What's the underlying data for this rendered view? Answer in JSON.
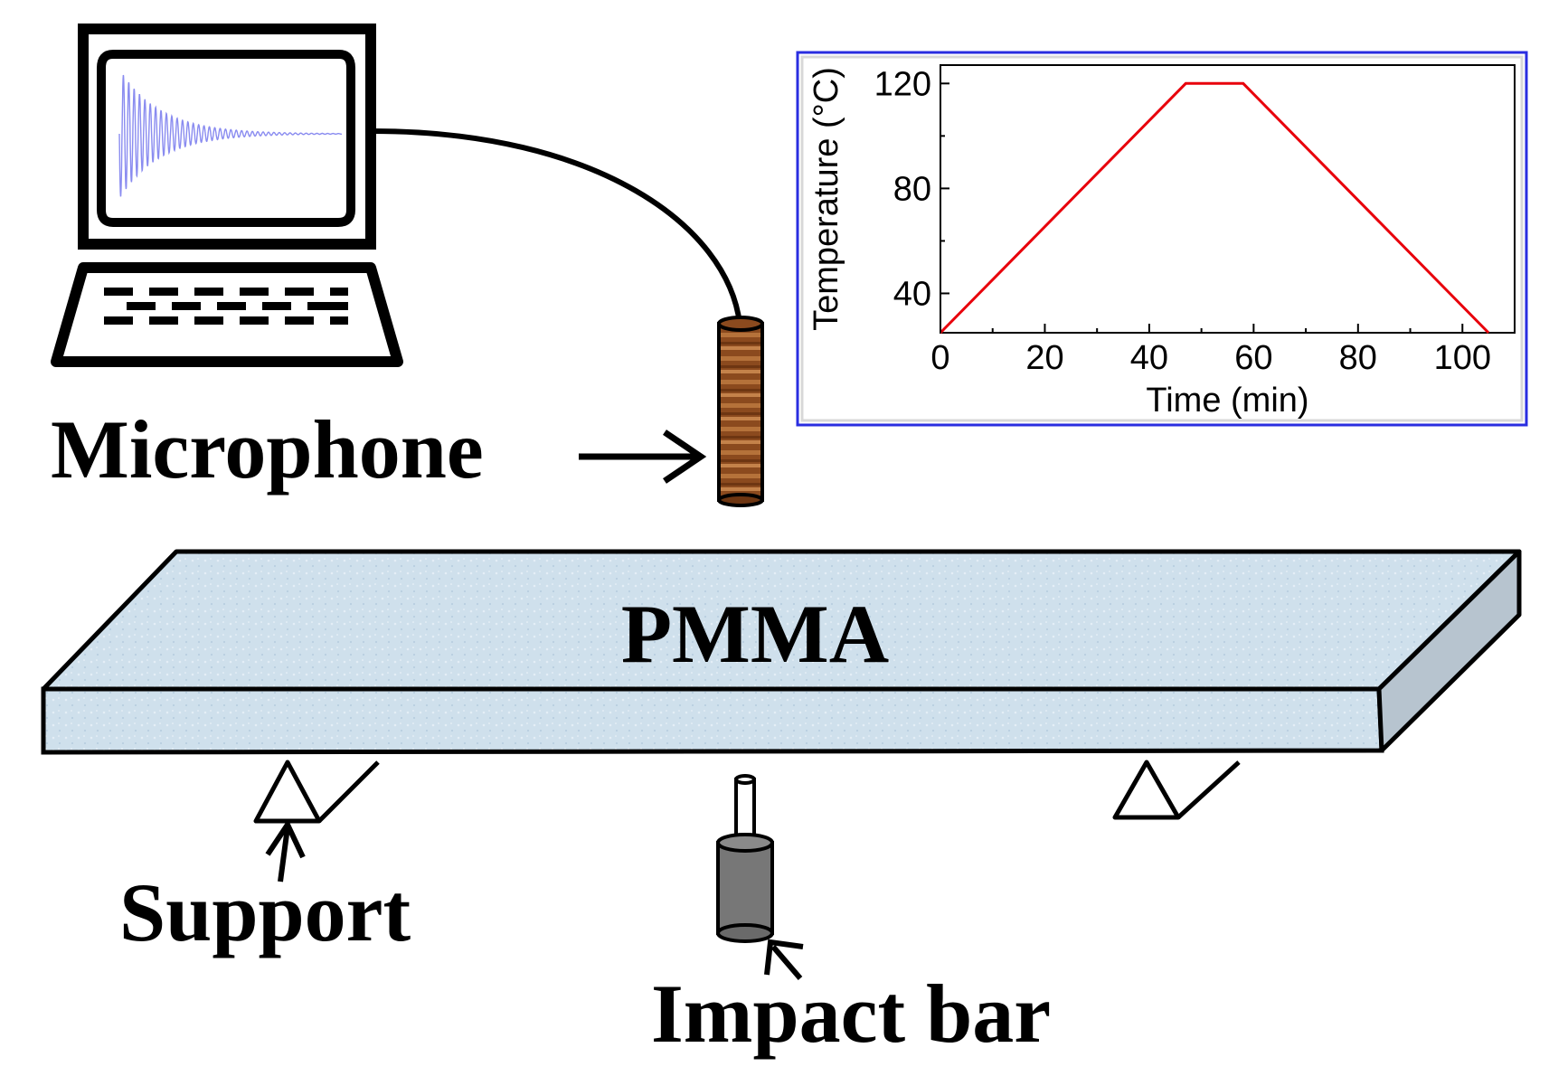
{
  "labels": {
    "microphone": "Microphone",
    "pmma": "PMMA",
    "support": "Support",
    "impact_bar": "Impact bar"
  },
  "icons": [
    "computer-monitor-icon",
    "keyboard-icon",
    "microphone-icon",
    "support-icon",
    "impact-bar-icon"
  ],
  "colors": {
    "waveform": "#8a8cf0",
    "beam_fill": "#cfe0ec",
    "beam_side": "#b7c4cf",
    "microphone_wood": "#8b4a1e",
    "impact_bar_body": "#777777",
    "inset_border": "#2a2ee0",
    "curve": "#e8000b"
  },
  "chart_data": {
    "type": "line",
    "title": "",
    "xlabel": "Time (min)",
    "ylabel": "Temperature (°C)",
    "xlim": [
      0,
      110
    ],
    "ylim": [
      25,
      127
    ],
    "xticks": [
      0,
      20,
      40,
      60,
      80,
      100
    ],
    "yticks": [
      40,
      80,
      120
    ],
    "grid": false,
    "series": [
      {
        "x": [
          0,
          47,
          58,
          105
        ],
        "y": [
          25,
          120,
          120,
          25
        ]
      }
    ]
  }
}
